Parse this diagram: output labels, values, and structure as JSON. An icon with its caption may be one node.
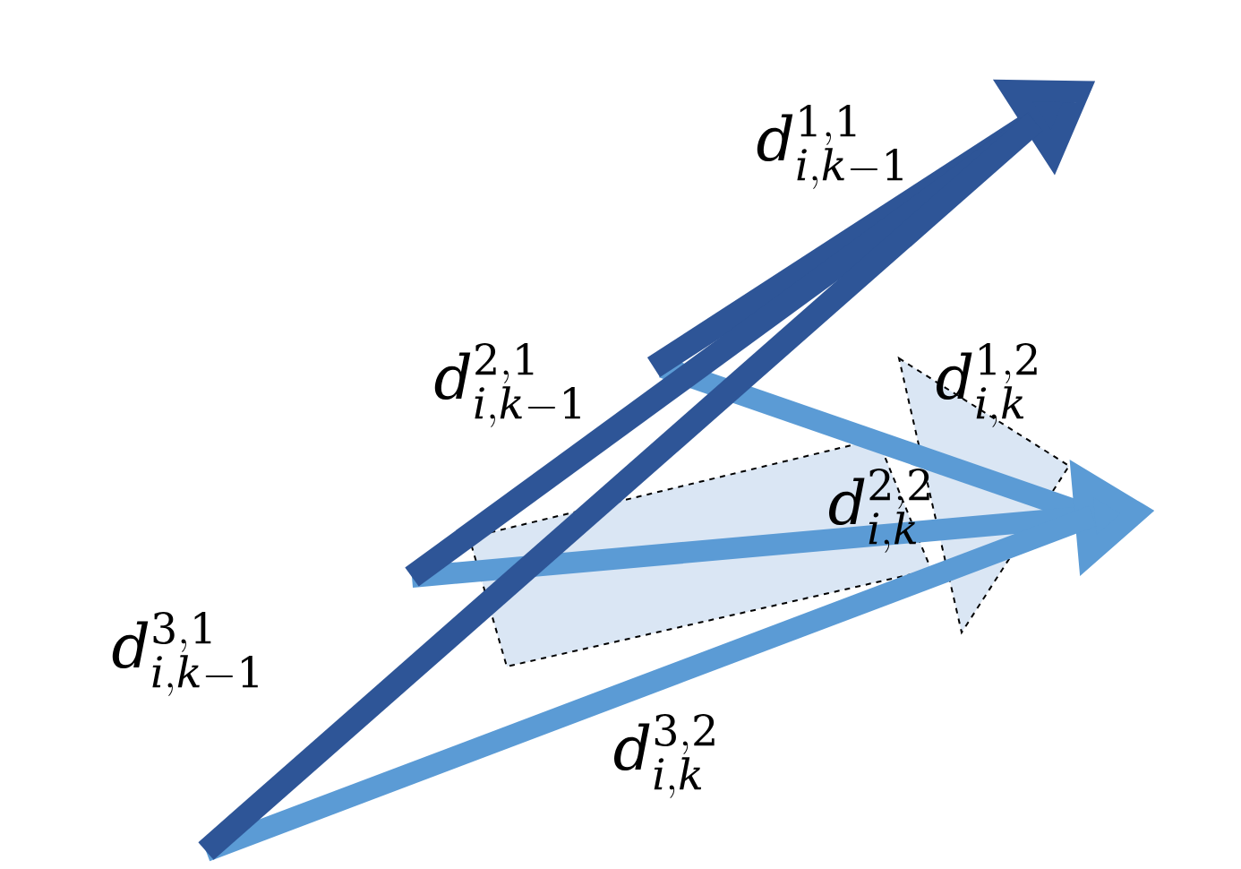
{
  "diagram": {
    "labels": [
      "d_{i,k-1}^{1,1}",
      "d_{i,k-1}^{2,1}",
      "d_{i,k}^{1,2}",
      "d_{i,k}^{2,2}",
      "d_{i,k-1}^{3,1}",
      "d_{i,k}^{3,2}"
    ]
  }
}
